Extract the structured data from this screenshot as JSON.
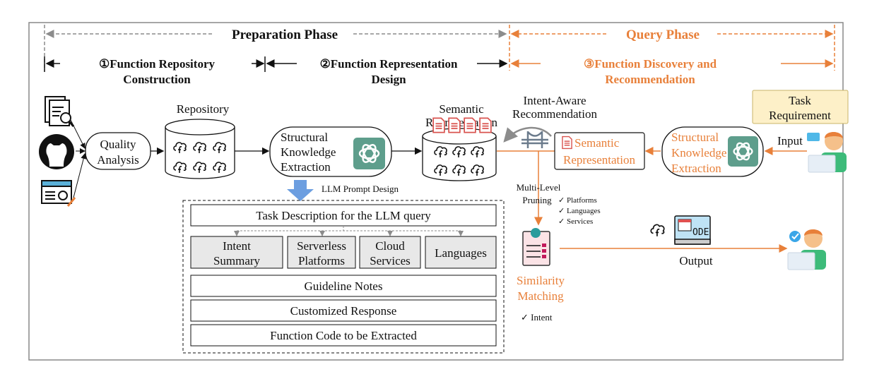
{
  "phases": {
    "preparation": "Preparation Phase",
    "query": "Query Phase"
  },
  "stages": {
    "stage1": [
      "①Function Repository",
      "Construction"
    ],
    "stage2": [
      "②Function Representation",
      "Design"
    ],
    "stage3": [
      "③Function Discovery and",
      "Recommendation"
    ]
  },
  "left": {
    "sources_icons": [
      "document-search-icon",
      "github-icon",
      "web-page-icon"
    ],
    "quality_analysis": [
      "Quality",
      "Analysis"
    ],
    "repository_label": "Repository",
    "structural_extraction": [
      "Structural",
      "Knowledge",
      "Extraction"
    ],
    "semantic_repr_label": [
      "Semantic",
      "Representation"
    ],
    "llm_prompt_design": "LLM Prompt Design"
  },
  "prompt": {
    "task_description": "Task Description for the LLM query",
    "fields": [
      [
        "Intent",
        "Summary"
      ],
      [
        "Serverless",
        "Platforms"
      ],
      [
        "Cloud",
        "Services"
      ],
      [
        "Languages"
      ]
    ],
    "guideline_notes": "Guideline Notes",
    "customized_response": "Customized Response",
    "function_code": "Function Code to be Extracted"
  },
  "query": {
    "intent_aware": [
      "Intent-Aware",
      "Recommendation"
    ],
    "semantic_repr": [
      "Semantic",
      "Representation"
    ],
    "structural_extraction": [
      "Structural",
      "Knowledge",
      "Extraction"
    ],
    "task_requirement": [
      "Task",
      "Requirement"
    ],
    "input": "Input",
    "multi_level": [
      "Multi-Level",
      "Pruning"
    ],
    "pruning_checks": [
      "✓ Platforms",
      "✓ Languages",
      "✓ Services"
    ],
    "similarity": [
      "Similarity",
      "Matching"
    ],
    "intent_check": "✓ Intent",
    "output": "Output"
  },
  "colors": {
    "accent": "#e8803a",
    "gray_dashed": "#8c8c8c",
    "gpt_green": "#5e9e8c",
    "doc_red": "#d9534f",
    "task_fill": "#fdf0c8",
    "field_fill": "#e8e8e8"
  }
}
